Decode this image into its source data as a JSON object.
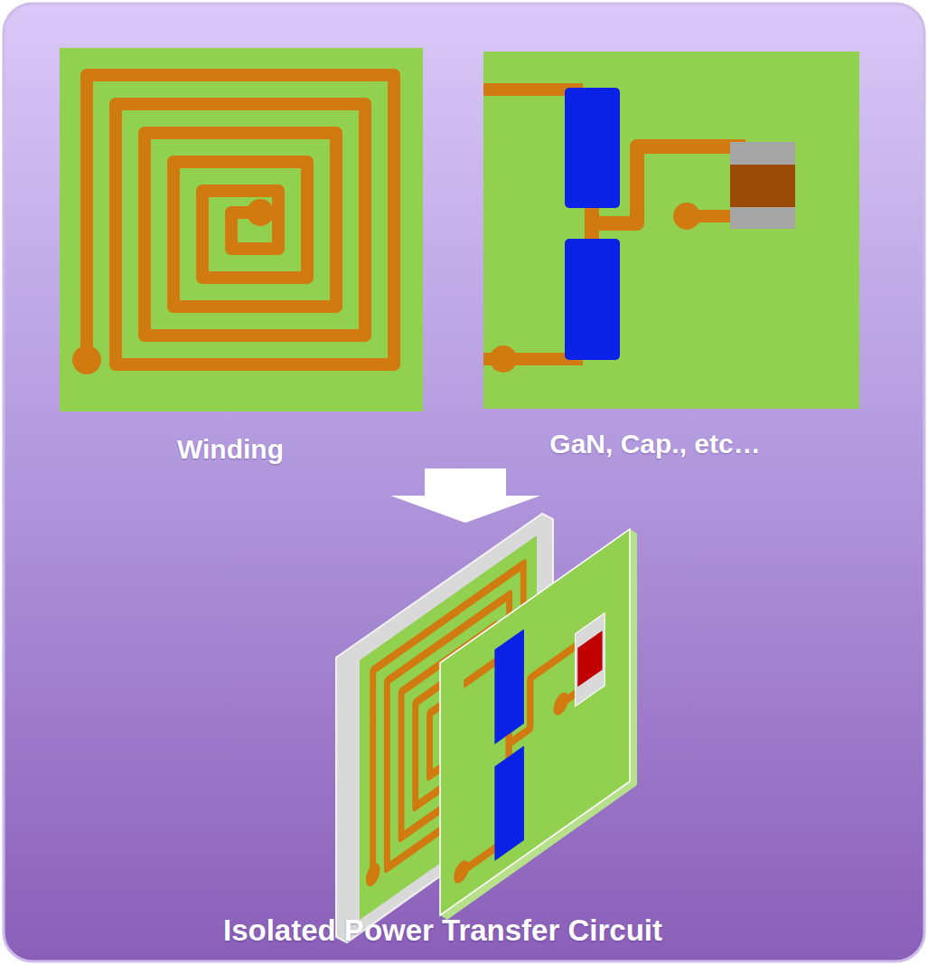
{
  "diagram": {
    "caption": "Isolated Power Transfer Circuit",
    "labels": [
      "Winding",
      "GaN, Cap., etc…"
    ]
  }
}
